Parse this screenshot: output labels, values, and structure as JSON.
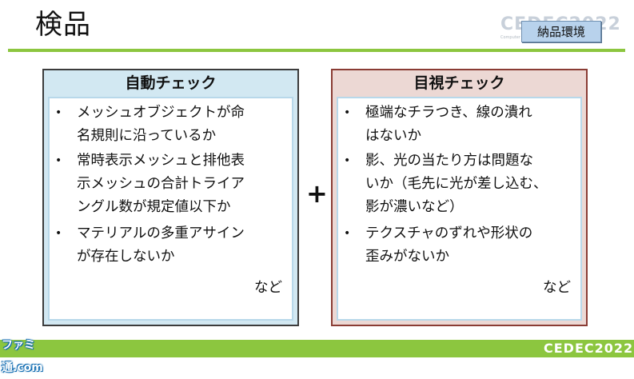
{
  "slide": {
    "title": "検品",
    "badge": "納品環境",
    "logo_top": "CEDEC2022",
    "logo_sub": "Computer Entertainment Developers Conference",
    "plus": "+",
    "logo_bottom": "CEDEC2022",
    "watermark": "ファミ通.com"
  },
  "left_panel": {
    "title": "自動チェック",
    "items": [
      "メッシュオブジェクトが命\n名規則に沿っているか",
      "常時表示メッシュと排他表\n示メッシュの合計トライア\nングル数が規定値以下か",
      "マテリアルの多重アサイン\nが存在しないか"
    ],
    "footer": "など"
  },
  "right_panel": {
    "title": "目視チェック",
    "items": [
      "極端なチラつき、線の潰れ\nはないか",
      "影、光の当たり方は問題な\nいか（毛先に光が差し込む、\n影が濃いなど）",
      "テクスチャのずれや形状の\n歪みがないか"
    ],
    "footer": "など"
  },
  "colors": {
    "accent_green": "#8cc63f",
    "left_panel_bg": "#d2e8f2",
    "right_panel_bg": "#ecd8d4",
    "badge_bg": "#b8d2ec"
  }
}
